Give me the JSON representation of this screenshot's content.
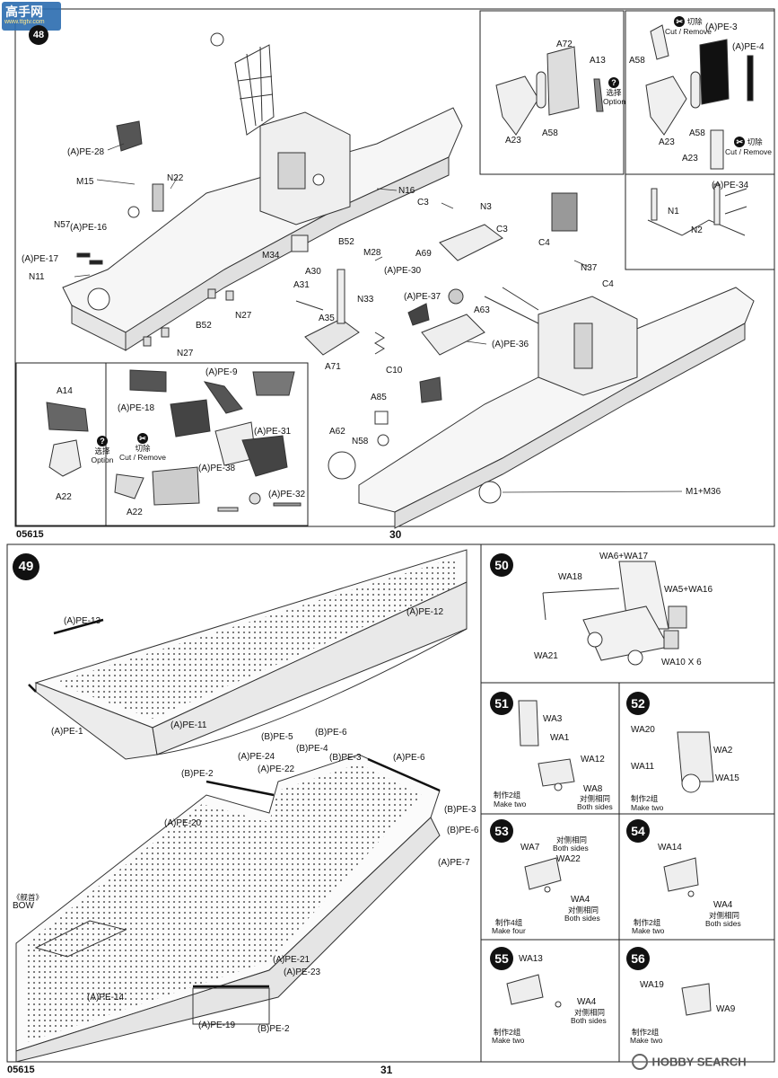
{
  "header": {
    "site_watermark": "高手网",
    "site_url": "www.ttgtv.com",
    "step_partial": "48"
  },
  "top_page": {
    "catalog_no": "05615",
    "page_no": "30",
    "main_labels": {
      "pe28": "(A)PE-28",
      "m15": "M15",
      "n22": "N22",
      "n57": "N57",
      "pe16": "(A)PE-16",
      "pe17": "(A)PE-17",
      "n11": "N11",
      "m34": "M34",
      "b52a": "B52",
      "n16": "N16",
      "c3a": "C3",
      "n3": "N3",
      "c3b": "C3",
      "m28": "M28",
      "a30": "A30",
      "pe30": "(A)PE-30",
      "a31": "A31",
      "n33": "N33",
      "n27a": "N27",
      "b52b": "B52",
      "n27b": "N27",
      "a35": "A35",
      "a71": "A71",
      "a69": "A69",
      "c4a": "C4",
      "n37": "N37",
      "c4b": "C4",
      "pe37": "(A)PE-37",
      "a63": "A63",
      "pe36": "(A)PE-36",
      "c10": "C10",
      "a85": "A85",
      "n58": "N58",
      "a62": "A62",
      "m1m36": "M1+M36"
    },
    "inset_a72": {
      "a72": "A72",
      "a13": "A13",
      "a23": "A23",
      "a58": "A58",
      "opt_cn": "选择",
      "opt_en": "Option"
    },
    "inset_pe3": {
      "a58": "A58",
      "cut_cn": "切除",
      "cut_en": "Cut / Remove",
      "pe3": "(A)PE-3",
      "pe4": "(A)PE-4",
      "a23": "A23",
      "a58b": "A58",
      "a23b": "A23",
      "cut_cn2": "切除",
      "cut_en2": "Cut / Remove"
    },
    "inset_n1": {
      "pe34": "(A)PE-34",
      "n1": "N1",
      "n2": "N2"
    },
    "inset_a14": {
      "a14": "A14",
      "opt_cn": "选择",
      "opt_en": "Option",
      "cut_cn": "切除",
      "cut_en": "Cut / Remove",
      "a22": "A22",
      "a22b": "A22"
    },
    "inset_pe9": {
      "pe9": "(A)PE-9",
      "pe18": "(A)PE-18",
      "pe31": "(A)PE-31",
      "pe38": "(A)PE-38",
      "pe32": "(A)PE-32"
    }
  },
  "bottom_page": {
    "catalog_no": "05615",
    "page_no": "31",
    "step49": {
      "num": "49",
      "pe13": "(A)PE-13",
      "pe12": "(A)PE-12",
      "pe1": "(A)PE-1",
      "pe11": "(A)PE-11",
      "bpe5": "(B)PE-5",
      "bpe6": "(B)PE-6",
      "pe24": "(A)PE-24",
      "bpe4": "(B)PE-4",
      "bpe3": "(B)PE-3",
      "ape6": "(A)PE-6",
      "pe22": "(A)PE-22",
      "bpe2": "(B)PE-2",
      "bpe3b": "(B)PE-3",
      "pe20": "(A)PE-20",
      "bpe6b": "(B)PE-6",
      "pe7": "(A)PE-7",
      "bow_cn": "《舰首》",
      "bow_en": "BOW",
      "pe21": "(A)PE-21",
      "pe23": "(A)PE-23",
      "pe14": "(A)PE-14",
      "pe19": "(A)PE-19",
      "bpe2b": "(B)PE-2"
    },
    "step50": {
      "num": "50",
      "wa6": "WA6+WA17",
      "wa18": "WA18",
      "wa5": "WA5+WA16",
      "wa21": "WA21",
      "wa10": "WA10 X 6"
    },
    "step51": {
      "num": "51",
      "wa3": "WA3",
      "wa1": "WA1",
      "wa12": "WA12",
      "wa8": "WA8",
      "make_cn": "制作2组",
      "make_en": "Make two",
      "both_cn": "对侧相同",
      "both_en": "Both sides"
    },
    "step52": {
      "num": "52",
      "wa20": "WA20",
      "wa2": "WA2",
      "wa11": "WA11",
      "wa15": "WA15",
      "make_cn": "制作2组",
      "make_en": "Make two"
    },
    "step53": {
      "num": "53",
      "wa7": "WA7",
      "both_cn": "对侧相同",
      "both_en": "Both sides",
      "wa22": "WA22",
      "wa4": "WA4",
      "both_cn2": "对侧相同",
      "both_en2": "Both sides",
      "make_cn": "制作4组",
      "make_en": "Make four"
    },
    "step54": {
      "num": "54",
      "wa14": "WA14",
      "wa4": "WA4",
      "both_cn": "对侧相同",
      "both_en": "Both sides",
      "make_cn": "制作2组",
      "make_en": "Make two"
    },
    "step55": {
      "num": "55",
      "wa13": "WA13",
      "wa4": "WA4",
      "both_cn": "对侧相同",
      "both_en": "Both sides",
      "make_cn": "制作2组",
      "make_en": "Make two"
    },
    "step56": {
      "num": "56",
      "wa19": "WA19",
      "wa9": "WA9",
      "make_cn": "制作2组",
      "make_en": "Make two"
    },
    "watermark": "HOBBY SEARCH"
  }
}
